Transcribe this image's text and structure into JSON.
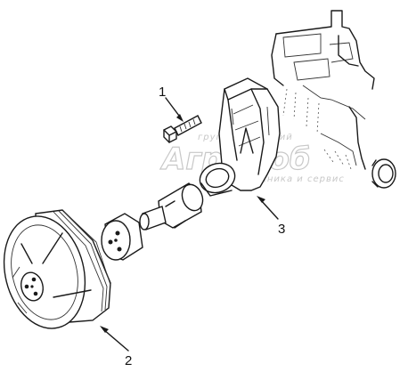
{
  "diagram": {
    "callouts": [
      {
        "id": "callout-1",
        "label": "1"
      },
      {
        "id": "callout-2",
        "label": "2"
      },
      {
        "id": "callout-3",
        "label": "3"
      }
    ],
    "watermark": {
      "brand": "Агромоб",
      "tagline_top": "группа компаний",
      "tagline_bottom": "спецтехника и сервис"
    }
  }
}
